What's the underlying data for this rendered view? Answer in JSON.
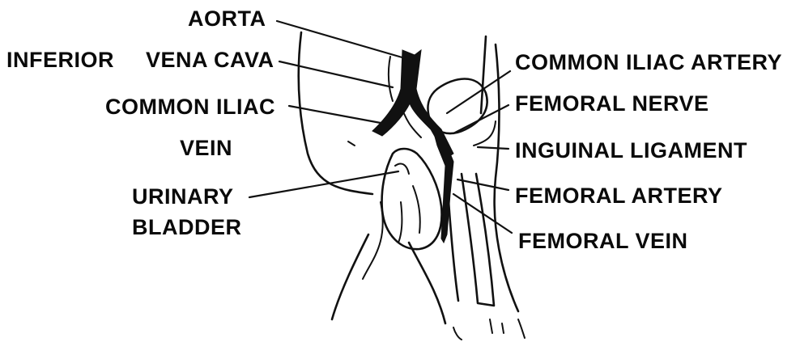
{
  "labels": {
    "aorta": "AORTA",
    "inferior": "INFERIOR",
    "vena_cava": "VENA CAVA",
    "common_iliac_vein_line1": "COMMON ILIAC",
    "common_iliac_vein_line2": "VEIN",
    "urinary_line1": "URINARY",
    "urinary_line2": "BLADDER",
    "common_iliac_artery": "COMMON ILIAC ARTERY",
    "femoral_nerve": "FEMORAL NERVE",
    "inguinal_ligament": "INGUINAL LIGAMENT",
    "femoral_artery": "FEMORAL ARTERY",
    "femoral_vein": "FEMORAL VEIN"
  },
  "colors": {
    "ink": "#111111",
    "background": "#ffffff"
  }
}
